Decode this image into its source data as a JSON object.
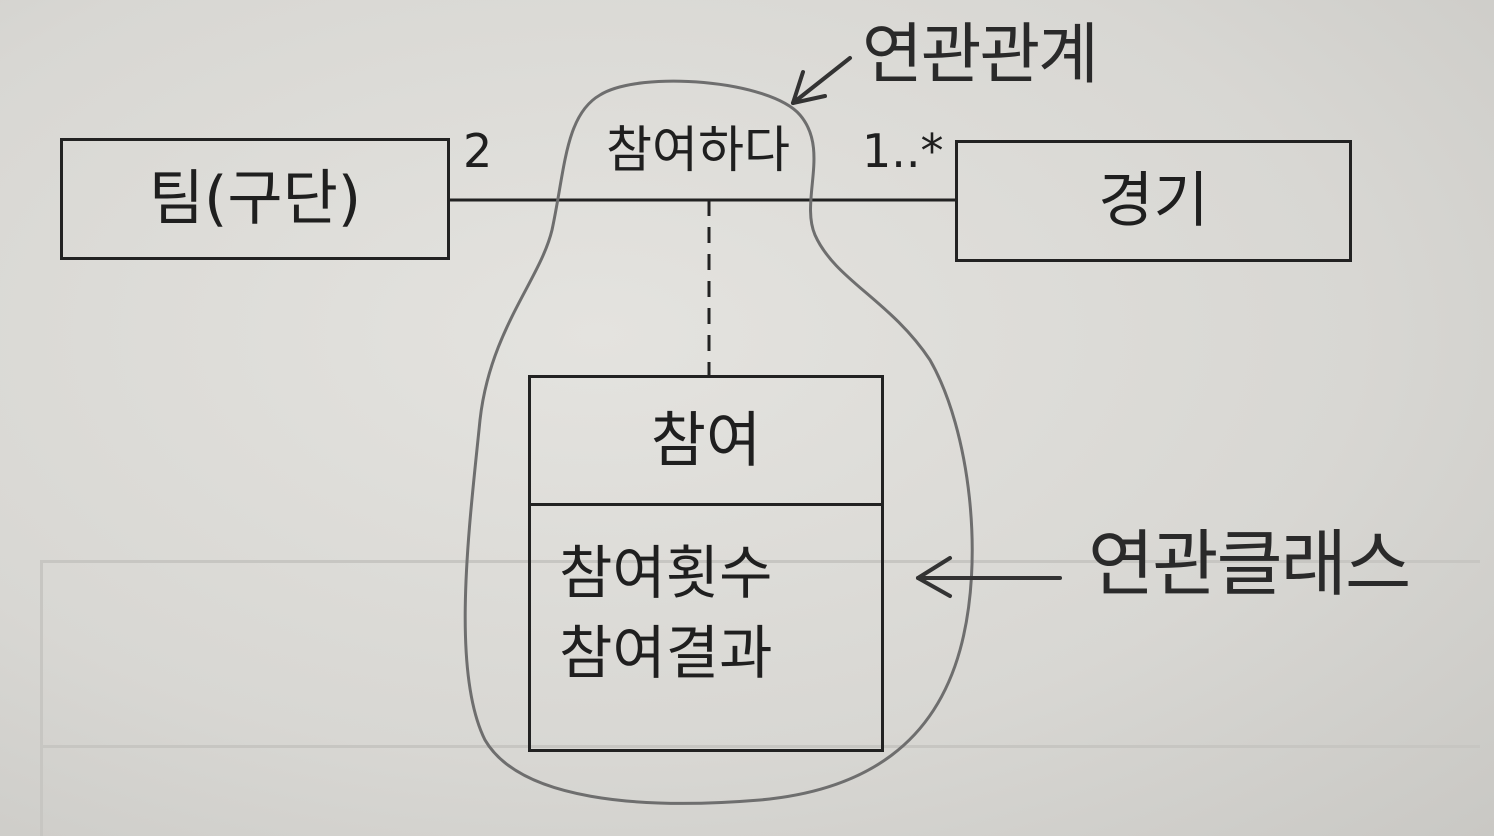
{
  "diagram": {
    "classes": {
      "team": {
        "name": "팀(구단)"
      },
      "match": {
        "name": "경기"
      },
      "participation": {
        "name": "참여",
        "attributes": [
          "참여횟수",
          "참여결과"
        ]
      }
    },
    "association": {
      "name": "참여하다",
      "team_multiplicity": "2",
      "match_multiplicity": "1..*"
    },
    "annotations": {
      "association_note": "연관관계",
      "association_class_note": "연관클래스"
    },
    "colors": {
      "ink": "#222222",
      "outline": "#6e6e6e",
      "paper": "#dcdbd7"
    }
  }
}
